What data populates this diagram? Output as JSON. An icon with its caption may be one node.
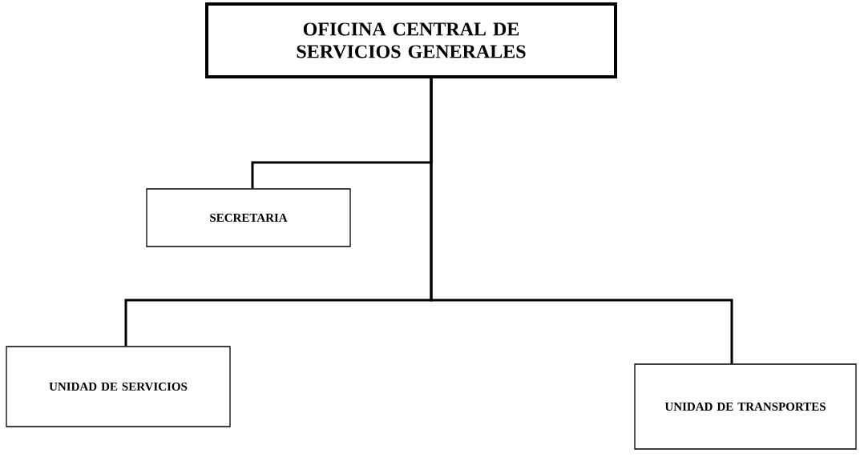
{
  "diagram": {
    "nodes": [
      {
        "text": [
          "OFICINA CENTRAL DE SERVICIOS GENERALES"
        ]
      },
      {
        "text": [
          "SECRETARIA"
        ]
      },
      {
        "text": [
          "UNIDAD DE SERVICIOS"
        ]
      },
      {
        "text": [
          "UNIDAD DE TRANSPORTES"
        ]
      }
    ],
    "edges": [
      {
        "from": 0,
        "to": 1,
        "arrow": "none"
      },
      {
        "from": 0,
        "to": 2,
        "arrow": "none"
      },
      {
        "from": 0,
        "to": 3,
        "arrow": "none"
      }
    ]
  }
}
